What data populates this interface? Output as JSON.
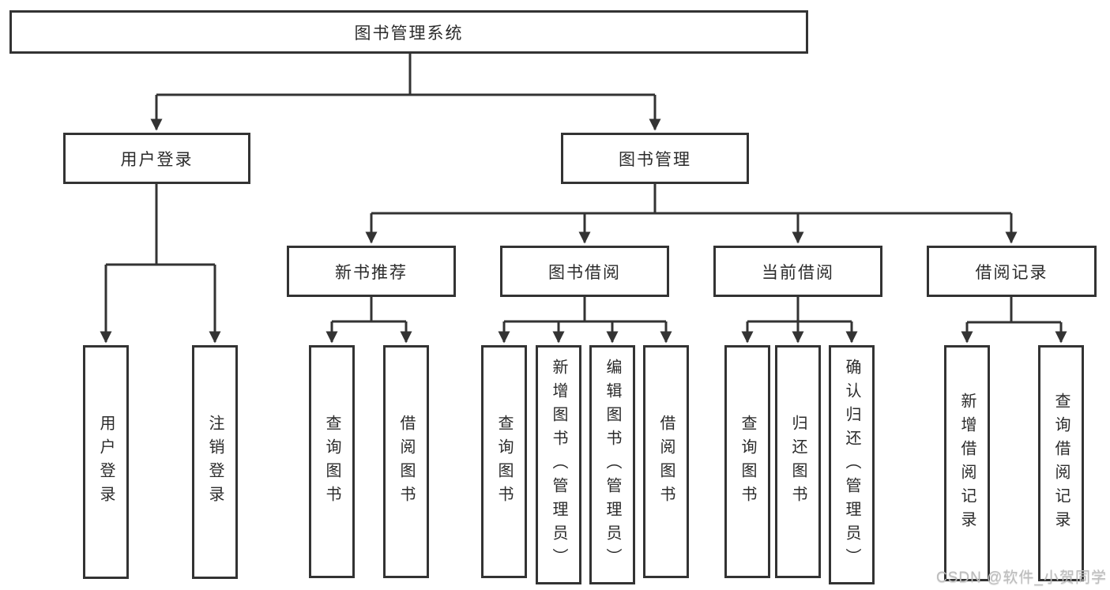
{
  "diagram": {
    "root": {
      "label": "图书管理系统"
    },
    "branches": [
      {
        "label": "用户登录",
        "children": [
          {
            "label": "用户登录"
          },
          {
            "label": "注销登录"
          }
        ]
      },
      {
        "label": "图书管理",
        "children": [
          {
            "label": "新书推荐",
            "children": [
              {
                "label": "查询图书"
              },
              {
                "label": "借阅图书"
              }
            ]
          },
          {
            "label": "图书借阅",
            "children": [
              {
                "label": "查询图书"
              },
              {
                "label": "新增图书（管理员）"
              },
              {
                "label": "编辑图书（管理员）"
              },
              {
                "label": "借阅图书"
              }
            ]
          },
          {
            "label": "当前借阅",
            "children": [
              {
                "label": "查询图书"
              },
              {
                "label": "归还图书"
              },
              {
                "label": "确认归还（管理员）"
              }
            ]
          },
          {
            "label": "借阅记录",
            "children": [
              {
                "label": "新增借阅记录"
              },
              {
                "label": "查询借阅记录"
              }
            ]
          }
        ]
      }
    ]
  },
  "watermark": {
    "text": "CSDN @软件_小贺同学"
  },
  "colors": {
    "line": "#333333",
    "text": "#2b2b2b",
    "box_background": "#ffffff",
    "page_background": "#ffffff",
    "watermark": "#bdbdbd"
  }
}
